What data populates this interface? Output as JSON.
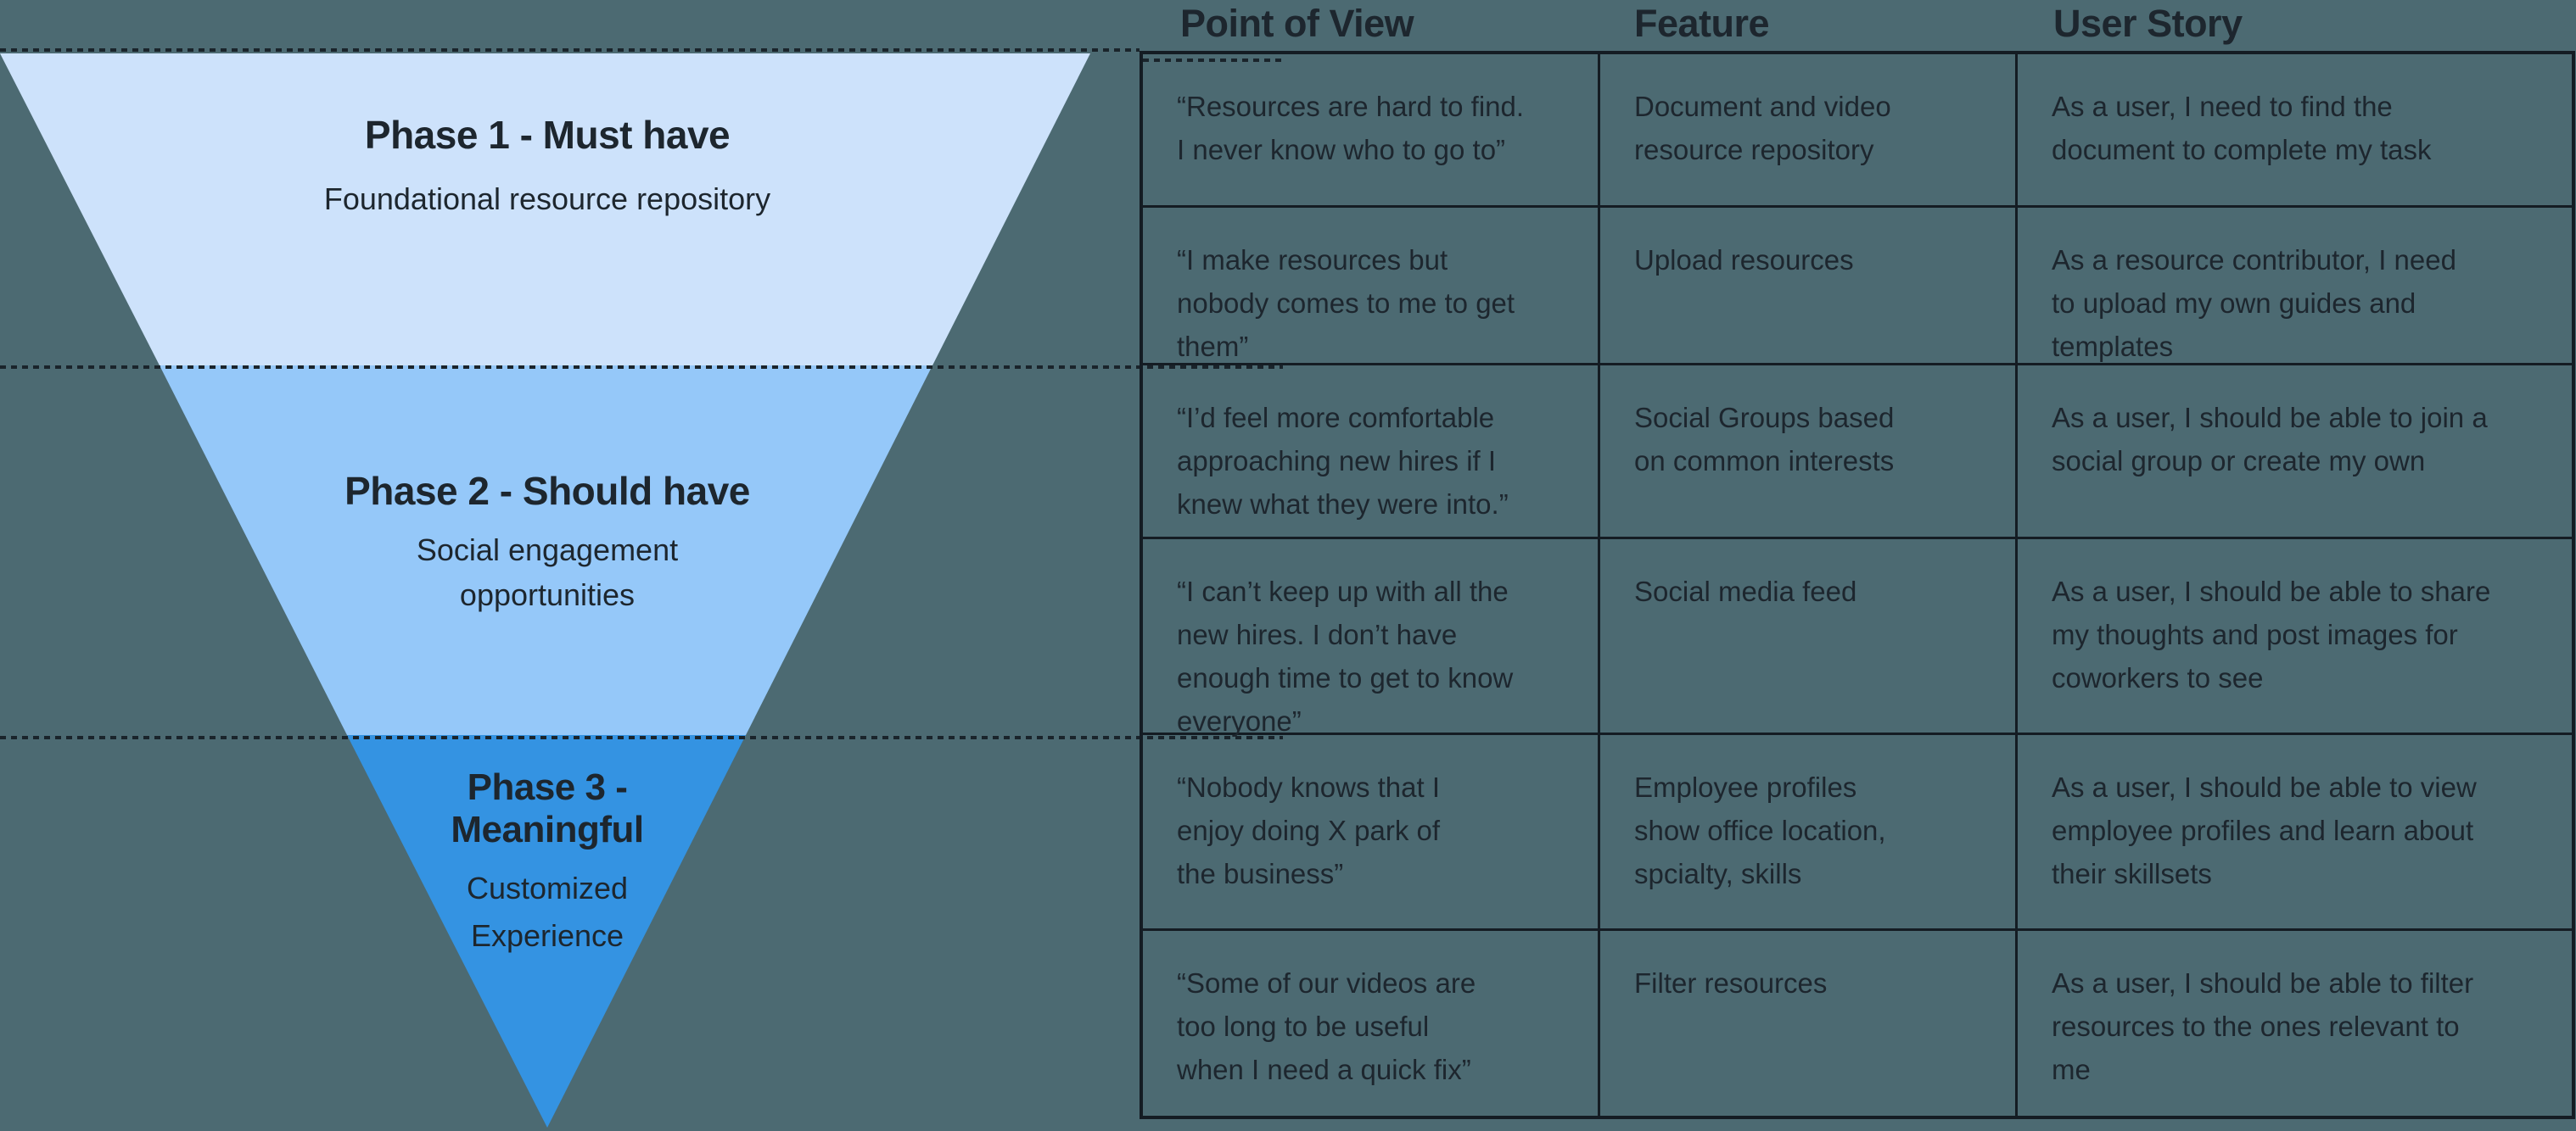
{
  "colors": {
    "background": "#4c6a72",
    "text": "#1d262e",
    "table_border": "#141c23",
    "phase1_fill": "#cde2fb",
    "phase2_fill": "#95c8f9",
    "phase3_fill": "#3493e2"
  },
  "funnel": {
    "phases": [
      {
        "title": "Phase 1 - Must have",
        "subtitle": "Foundational resource repository",
        "color": "#cde2fb"
      },
      {
        "title": "Phase 2 - Should have",
        "subtitle": "Social engagement\nopportunities",
        "color": "#95c8f9"
      },
      {
        "title": "Phase 3 -\nMeaningful",
        "subtitle": "Customized\nExperience",
        "color": "#3493e2"
      }
    ]
  },
  "table": {
    "headers": [
      "Point of View",
      "Feature",
      "User Story"
    ],
    "rows": [
      {
        "pov": "“Resources are hard to find.\nI never know who to go to”",
        "feature": "Document and video\nresource repository",
        "story": "As a user, I need to find the\ndocument to complete my task"
      },
      {
        "pov": "“I make resources but\nnobody comes to me to get\nthem”",
        "feature": "Upload resources",
        "story": "As a resource contributor, I need\nto upload my own guides and\ntemplates"
      },
      {
        "pov": "“I’d feel more comfortable\napproaching new hires if I\nknew what they were into.”",
        "feature": "Social Groups based\non common interests",
        "story": "As a user, I should be able to join a\nsocial group or create my own"
      },
      {
        "pov": "“I can’t keep up with all the\nnew hires. I don’t have\nenough time to get to know\neveryone”",
        "feature": "Social media feed",
        "story": "As a user, I should be able to share\nmy thoughts and post images for\ncoworkers to see"
      },
      {
        "pov": "“Nobody knows that I\nenjoy doing X park of\nthe business”",
        "feature": "Employee profiles\nshow office location,\nspcialty, skills",
        "story": "As a user, I should be able to view\nemployee profiles and learn about\ntheir skillsets"
      },
      {
        "pov": "“Some of our videos are\ntoo long to be useful\nwhen I need a quick fix”",
        "feature": "Filter resources",
        "story": "As a user, I should be able to filter\nresources to the ones relevant to\nme"
      }
    ]
  }
}
